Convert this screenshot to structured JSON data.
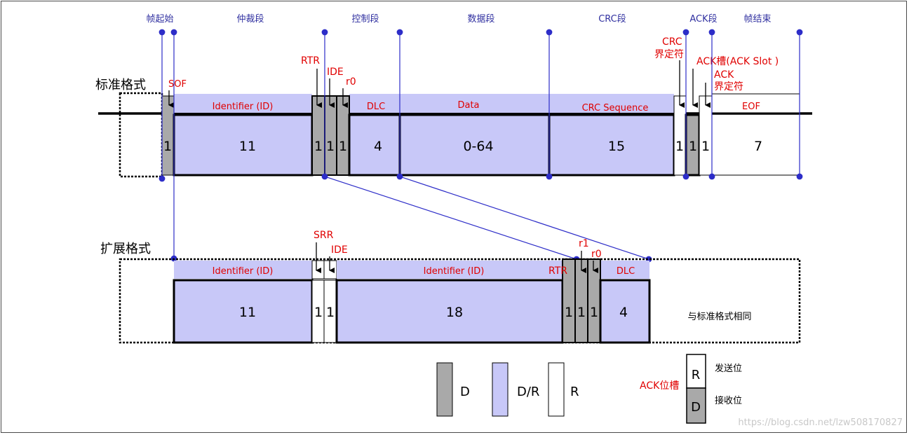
{
  "segments": {
    "start_of_frame": "帧起始",
    "arbitration": "仲裁段",
    "control": "控制段",
    "data": "数据段",
    "crc": "CRC段",
    "ack": "ACK段",
    "end_of_frame": "帧结束"
  },
  "standard": {
    "title": "标准格式",
    "sof": "SOF",
    "rtr": "RTR",
    "ide": "IDE",
    "r0": "r0",
    "crc_delim": [
      "CRC",
      "界定符"
    ],
    "ack_slot": "ACK槽(ACK Slot )",
    "ack_delim": [
      "ACK",
      "界定符"
    ],
    "fields": {
      "identifier": "Identifier (ID)",
      "dlc": "DLC",
      "data": "Data",
      "crc_seq": "CRC Sequence",
      "eof": "EOF"
    },
    "bits": {
      "sof": "1",
      "identifier": "11",
      "rtr": "1",
      "ide": "1",
      "r0": "1",
      "dlc": "4",
      "data": "0-64",
      "crc": "15",
      "crc_delim": "1",
      "ack_slot": "1",
      "ack_delim": "1",
      "eof": "7"
    }
  },
  "extended": {
    "title": "扩展格式",
    "srr": "SRR",
    "ide": "IDE",
    "rtr": "RTR",
    "r1": "r1",
    "r0": "r0",
    "fields": {
      "identifier1": "Identifier (ID)",
      "identifier2": "Identifier (ID)",
      "dlc": "DLC"
    },
    "bits": {
      "identifier1": "11",
      "srr": "1",
      "ide": "1",
      "identifier2": "18",
      "rtr": "1",
      "r1": "1",
      "r0": "1",
      "dlc": "4"
    },
    "same_as_standard": "与标准格式相同"
  },
  "legend": {
    "d": "D",
    "dr": "D/R",
    "r": "R",
    "ack_slot_label": "ACK位槽",
    "r_box": "R",
    "d_box": "D",
    "send_bit": "发送位",
    "recv_bit": "接收位"
  },
  "colors": {
    "dominant_gray": "#a9a9a9",
    "dr_lavender": "#c8c8f8",
    "recessive_white": "#ffffff",
    "marker_blue": "#2d2dc8",
    "label_red": "#e00000"
  },
  "watermark": "https://blog.csdn.net/lzw508170827"
}
